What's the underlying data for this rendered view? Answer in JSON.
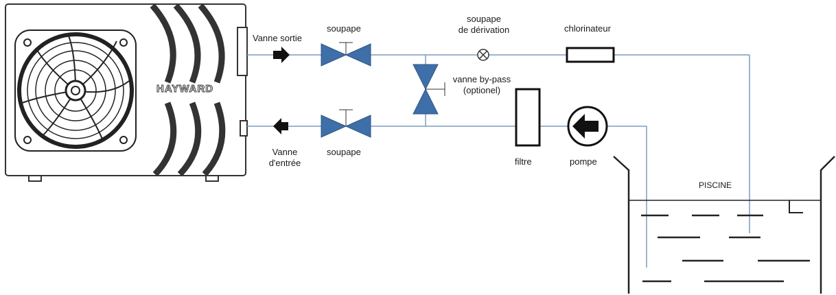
{
  "diagram": {
    "heat_pump": {
      "brand": "HAYWARD"
    },
    "labels": {
      "outlet_valve": "Vanne sortie",
      "inlet_valve_line1": "Vanne",
      "inlet_valve_line2": "d'entrée",
      "valve_top": "soupape",
      "valve_bottom": "soupape",
      "bypass_valve_line1": "soupape",
      "bypass_valve_line2": "de dérivation",
      "bypass_line1": "vanne by-pass",
      "bypass_line2": "(optionel)",
      "chlorinator": "chlorinateur",
      "filter": "filtre",
      "pump": "pompe",
      "pool": "PISCINE"
    },
    "colors": {
      "valve": "#3f6fa8",
      "pipe": "#7a9cc0",
      "outline": "#333333"
    },
    "icons": [
      "fan-icon",
      "arrow-right-icon",
      "arrow-left-icon",
      "gate-valve-icon",
      "check-valve-icon",
      "pump-icon"
    ]
  }
}
